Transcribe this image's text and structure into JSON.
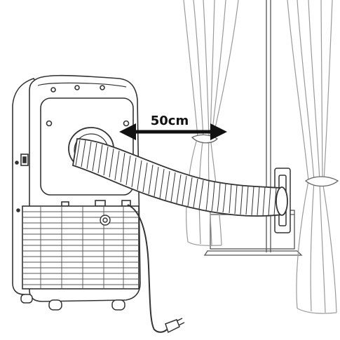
{
  "diagram": {
    "distance_label": "50cm",
    "distance_value": 50,
    "distance_unit": "cm",
    "parts": [
      "portable-air-conditioner",
      "exhaust-hose",
      "window-adapter",
      "window",
      "curtains",
      "power-cord",
      "power-plug"
    ],
    "colors": {
      "line": "#3a3a3a",
      "arrow": "#111111",
      "curtain": "#9a9a9a",
      "background": "#ffffff"
    }
  }
}
